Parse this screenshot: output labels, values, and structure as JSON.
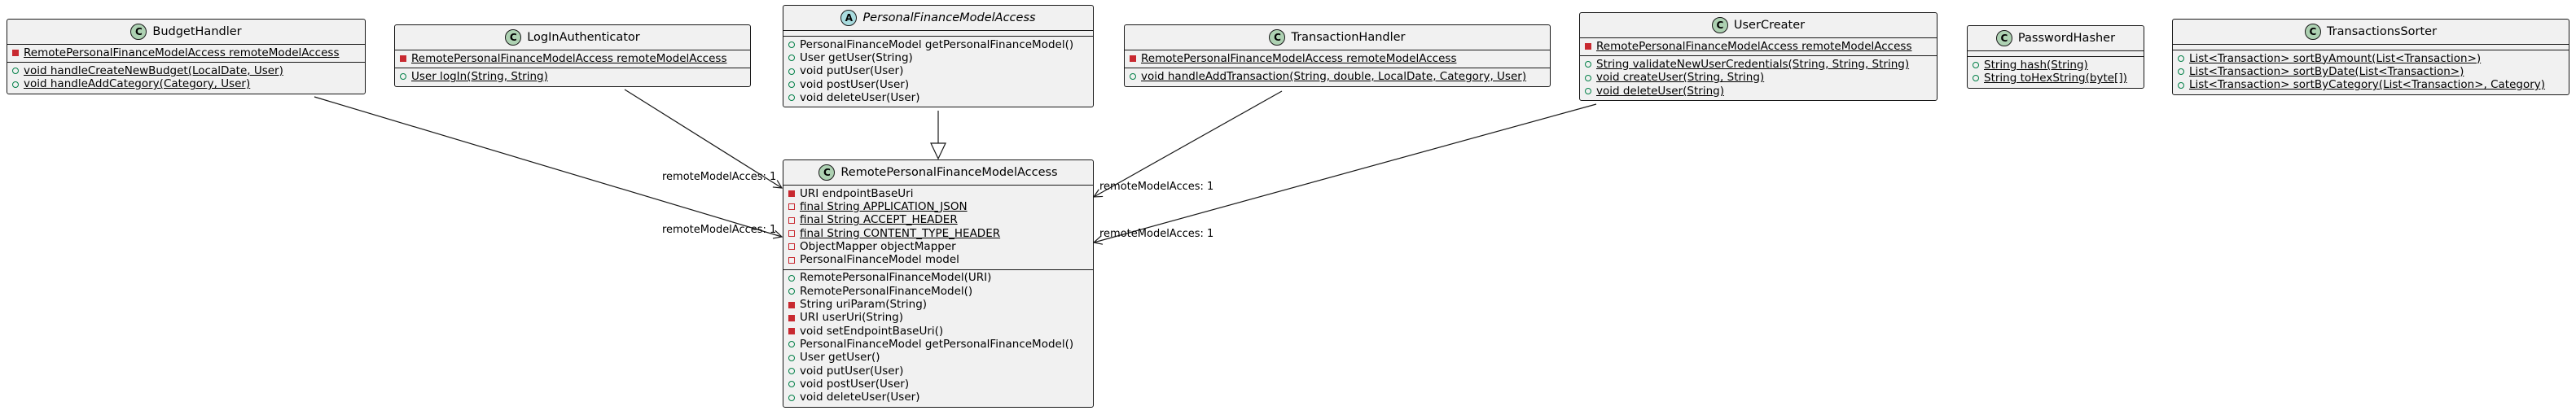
{
  "classes": {
    "budget_handler": {
      "name": "BudgetHandler",
      "kind": "C",
      "attributes": [
        {
          "vis": "private",
          "static": true,
          "text": "RemotePersonalFinanceModelAccess remoteModelAccess"
        }
      ],
      "methods": [
        {
          "vis": "public",
          "static": true,
          "text": "void handleCreateNewBudget(LocalDate, User)"
        },
        {
          "vis": "public",
          "static": true,
          "text": "void handleAddCategory(Category, User)"
        }
      ]
    },
    "login_authenticator": {
      "name": "LogInAuthenticator",
      "kind": "C",
      "attributes": [
        {
          "vis": "private",
          "static": true,
          "text": "RemotePersonalFinanceModelAccess remoteModelAccess"
        }
      ],
      "methods": [
        {
          "vis": "public",
          "static": true,
          "text": "User logIn(String, String)"
        }
      ]
    },
    "personal_finance_model_access": {
      "name": "PersonalFinanceModelAccess",
      "kind": "A",
      "attributes": [],
      "methods": [
        {
          "vis": "public",
          "static": false,
          "text": "PersonalFinanceModel getPersonalFinanceModel()"
        },
        {
          "vis": "public",
          "static": false,
          "text": "User getUser(String)"
        },
        {
          "vis": "public",
          "static": false,
          "text": "void putUser(User)"
        },
        {
          "vis": "public",
          "static": false,
          "text": "void postUser(User)"
        },
        {
          "vis": "public",
          "static": false,
          "text": "void deleteUser(User)"
        }
      ]
    },
    "transaction_handler": {
      "name": "TransactionHandler",
      "kind": "C",
      "attributes": [
        {
          "vis": "private",
          "static": true,
          "text": "RemotePersonalFinanceModelAccess remoteModelAccess"
        }
      ],
      "methods": [
        {
          "vis": "public",
          "static": true,
          "text": "void handleAddTransaction(String, double, LocalDate, Category, User)"
        }
      ]
    },
    "user_creater": {
      "name": "UserCreater",
      "kind": "C",
      "attributes": [
        {
          "vis": "private",
          "static": true,
          "text": "RemotePersonalFinanceModelAccess remoteModelAccess"
        }
      ],
      "methods": [
        {
          "vis": "public",
          "static": true,
          "text": "String validateNewUserCredentials(String, String, String)"
        },
        {
          "vis": "public",
          "static": true,
          "text": "void createUser(String, String)"
        },
        {
          "vis": "public",
          "static": true,
          "text": "void deleteUser(String)"
        }
      ]
    },
    "password_hasher": {
      "name": "PasswordHasher",
      "kind": "C",
      "attributes": [],
      "methods": [
        {
          "vis": "public",
          "static": true,
          "text": "String hash(String)"
        },
        {
          "vis": "public",
          "static": true,
          "text": "String toHexString(byte[])"
        }
      ]
    },
    "transactions_sorter": {
      "name": "TransactionsSorter",
      "kind": "C",
      "attributes": [],
      "methods": [
        {
          "vis": "public",
          "static": true,
          "text": "List<Transaction> sortByAmount(List<Transaction>)"
        },
        {
          "vis": "public",
          "static": true,
          "text": "List<Transaction> sortByDate(List<Transaction>)"
        },
        {
          "vis": "public",
          "static": true,
          "text": "List<Transaction> sortByCategory(List<Transaction>, Category)"
        }
      ]
    },
    "remote_personal_finance_model_access": {
      "name": "RemotePersonalFinanceModelAccess",
      "kind": "C",
      "attributes": [
        {
          "vis": "private",
          "static": false,
          "text": "URI endpointBaseUri"
        },
        {
          "vis": "private-hollow",
          "static": true,
          "text": "final String APPLICATION_JSON"
        },
        {
          "vis": "private-hollow",
          "static": true,
          "text": "final String ACCEPT_HEADER"
        },
        {
          "vis": "private-hollow",
          "static": true,
          "text": "final String CONTENT_TYPE_HEADER"
        },
        {
          "vis": "private-hollow",
          "static": false,
          "text": "ObjectMapper objectMapper"
        },
        {
          "vis": "private-hollow",
          "static": false,
          "text": "PersonalFinanceModel model"
        }
      ],
      "methods": [
        {
          "vis": "public",
          "static": false,
          "text": "RemotePersonalFinanceModel(URI)"
        },
        {
          "vis": "public",
          "static": false,
          "text": "RemotePersonalFinanceModel()"
        },
        {
          "vis": "private",
          "static": false,
          "text": "String uriParam(String)"
        },
        {
          "vis": "private",
          "static": false,
          "text": "URI userUri(String)"
        },
        {
          "vis": "private",
          "static": false,
          "text": "void setEndpointBaseUri()"
        },
        {
          "vis": "public",
          "static": false,
          "text": "PersonalFinanceModel getPersonalFinanceModel()"
        },
        {
          "vis": "public",
          "static": false,
          "text": "User getUser()"
        },
        {
          "vis": "public",
          "static": false,
          "text": "void putUser(User)"
        },
        {
          "vis": "public",
          "static": false,
          "text": "void postUser(User)"
        },
        {
          "vis": "public",
          "static": false,
          "text": "void deleteUser(User)"
        }
      ]
    }
  },
  "edge_labels": {
    "login_to_remote": "remoteModelAcces: 1",
    "budget_to_remote": "remoteModelAcces: 1",
    "transaction_to_remote": "remoteModelAcces: 1",
    "usercreater_to_remote": "remoteModelAcces: 1"
  },
  "colors": {
    "class_fill": "#f1f1f1",
    "class_badge": "#add1b2",
    "abstract_badge": "#a9dcdf",
    "private_marker": "#c82930",
    "public_marker": "#038048",
    "border": "#181818"
  }
}
